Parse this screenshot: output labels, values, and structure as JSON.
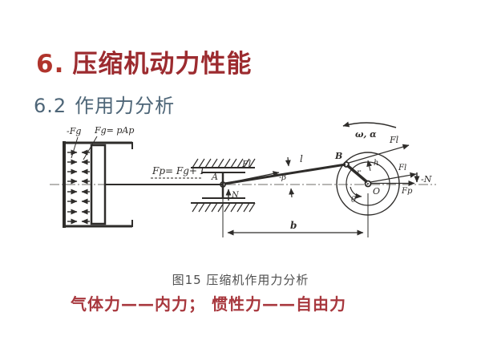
{
  "slide": {
    "title": {
      "number": "6.",
      "text": "压缩机动力性能"
    },
    "subtitle": {
      "number": "6.2",
      "text": "作用力分析"
    },
    "caption": "图15 压缩机作用力分析",
    "conclusion": "气体力——内力；  惯性力——自由力",
    "colors": {
      "title_number": "#b0342c",
      "title_text": "#9c2b2f",
      "subtitle": "#4e6678",
      "caption": "#4f4f4f",
      "conclusion": "#a8383e",
      "figure_ink": "#2e2c2a"
    }
  },
  "figure_labels": {
    "neg_fg": "-Fg",
    "fg": "Fg= pAp",
    "force_eq": "Fp= Fg+ I",
    "a": "A",
    "n": "N",
    "fl_rod": "Fl",
    "rod_len": "l",
    "beta": "-β",
    "b_pin": "B",
    "r": "r",
    "h": "h",
    "theta": "θ",
    "o": "O",
    "omega": "ω, α",
    "fl_ext": "Fl",
    "fl_tri": "Fl",
    "neg_n": "-N",
    "fp": "Fp",
    "b_dim": "b"
  }
}
